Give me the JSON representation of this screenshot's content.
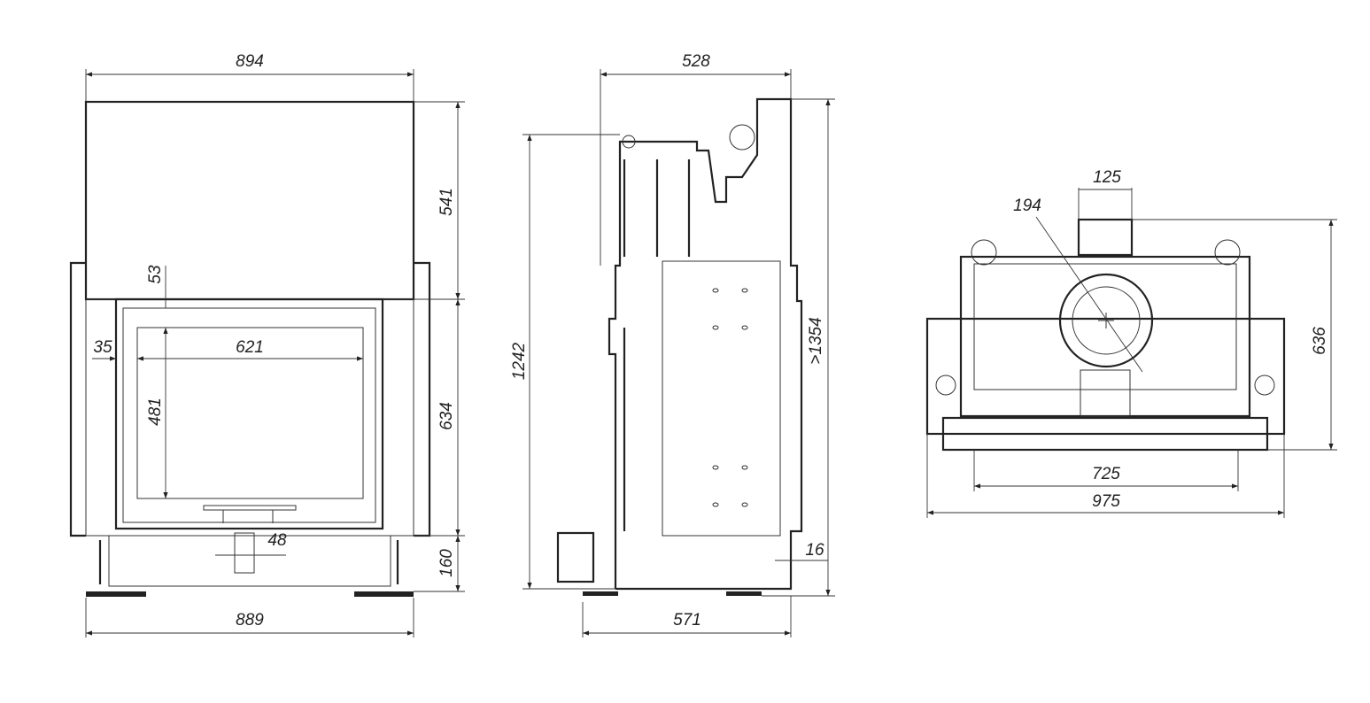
{
  "front_view": {
    "overall_width_top": "894",
    "upper_height": "541",
    "door_offset_top": "53",
    "side_offset": "35",
    "glass_width": "621",
    "glass_height": "481",
    "body_height": "634",
    "outlet_width": "48",
    "base_height": "160",
    "base_width": "889"
  },
  "side_view": {
    "depth_top": "528",
    "height": "1242",
    "total_height": ">1354",
    "offset": "16",
    "depth_bottom": "571"
  },
  "top_view": {
    "flue_diameter": "125",
    "collar_diameter": "194",
    "depth": "636",
    "inner_width": "725",
    "overall_width": "975"
  }
}
